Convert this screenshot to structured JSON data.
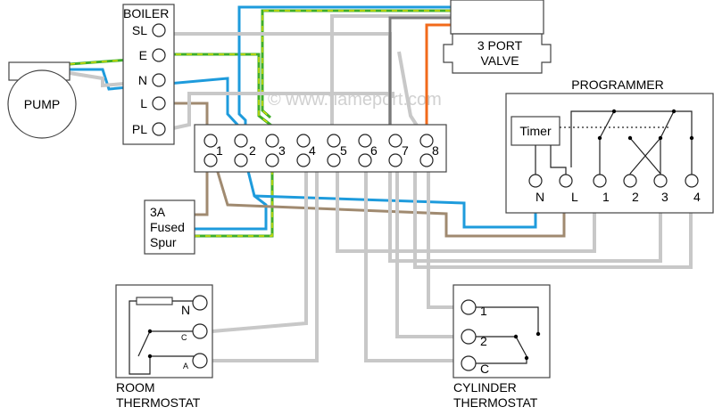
{
  "watermark": "© www.flameport.com",
  "boiler": {
    "title": "BOILER",
    "terminals": [
      "SL",
      "E",
      "N",
      "L",
      "PL"
    ]
  },
  "pump": {
    "label": "PUMP"
  },
  "valve": {
    "label_line1": "3 PORT",
    "label_line2": "VALVE"
  },
  "programmer": {
    "title": "PROGRAMMER",
    "timer": "Timer",
    "terminals": [
      "N",
      "L",
      "1",
      "2",
      "3",
      "4"
    ]
  },
  "junction_box": {
    "terminals": [
      "1",
      "2",
      "3",
      "4",
      "5",
      "6",
      "7",
      "8"
    ]
  },
  "fused_spur": {
    "line1": "3A",
    "line2": "Fused",
    "line3": "Spur"
  },
  "room_thermostat": {
    "title_line1": "ROOM",
    "title_line2": "THERMOSTAT",
    "terminals": [
      "N",
      "C",
      "A"
    ]
  },
  "cylinder_thermostat": {
    "title_line1": "CYLINDER",
    "title_line2": "THERMOSTAT",
    "terminals": [
      "1",
      "2",
      "C"
    ]
  },
  "colors": {
    "grey": "#c8c8c8",
    "blue": "#1e9bdc",
    "brown": "#a08a70",
    "earth_green": "#3fae2a",
    "earth_yellow": "#f0e600",
    "dark_grey": "#7a7a7a",
    "orange": "#f26a1b"
  }
}
